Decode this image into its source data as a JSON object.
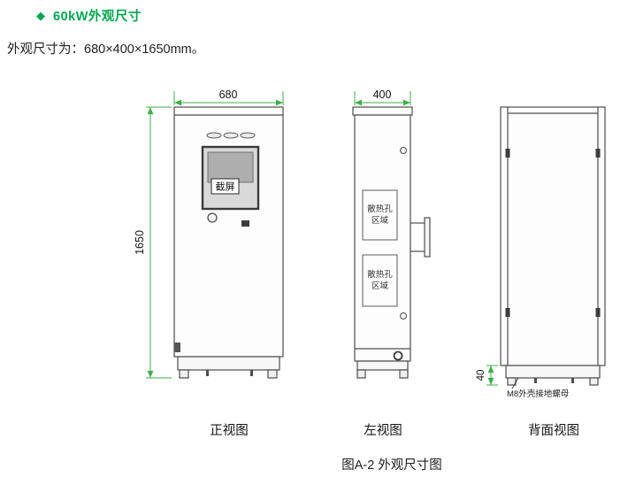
{
  "header": {
    "bullet": "◆",
    "title": "60kW外观尺寸"
  },
  "description": "外观尺寸为：680×400×1650mm。",
  "front_view": {
    "label": "正视图",
    "width_dim": "680",
    "height_dim": "1650",
    "screen_button": "截屏"
  },
  "side_view": {
    "label": "左视图",
    "depth_dim": "400",
    "vent_line1": "散热孔",
    "vent_line2": "区域"
  },
  "back_view": {
    "label": "背面视图",
    "base_height_dim": "40",
    "ground_nut_label": "M8外壳接地螺母"
  },
  "caption": "图A-2 外观尺寸图",
  "colors": {
    "accent_green": "#00a64f",
    "dimension_green": "#3fae49",
    "outline_gray": "#4d4d4d"
  }
}
